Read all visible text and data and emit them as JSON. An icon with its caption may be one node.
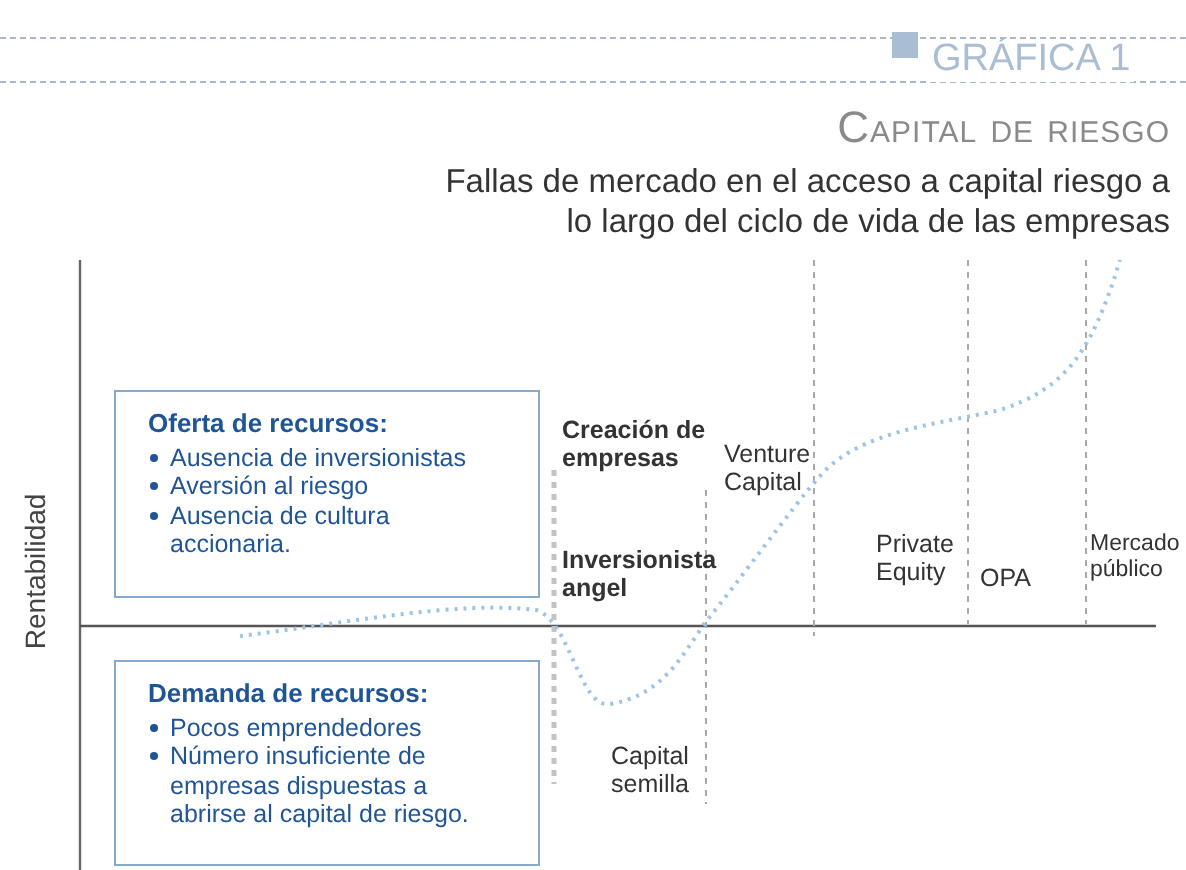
{
  "diagram": {
    "title": "Capital de riesgo",
    "caption": "Fallas de mercado en el acceso a capital riesgo a lo largo del ciclo de vida de las empresas",
    "nodes": [
      {
        "text": [
          "Oferta de recursos:",
          "Ausencia de inversionistas",
          "Aversión al riesgo",
          "Ausencia de cultura accionaria."
        ]
      },
      {
        "text": [
          "Demanda de recursos:",
          "Pocos emprendedores",
          "Número insuficiente de empresas dispuestas a abrirse al capital de riesgo."
        ]
      }
    ],
    "edges": [],
    "labels": [
      "GRÁFICA 1",
      "Rentabilidad",
      "Creación de empresas",
      "Venture Capital",
      "Inversionista angel",
      "Private Equity",
      "OPA",
      "Mercado público",
      "Capital semilla"
    ]
  }
}
